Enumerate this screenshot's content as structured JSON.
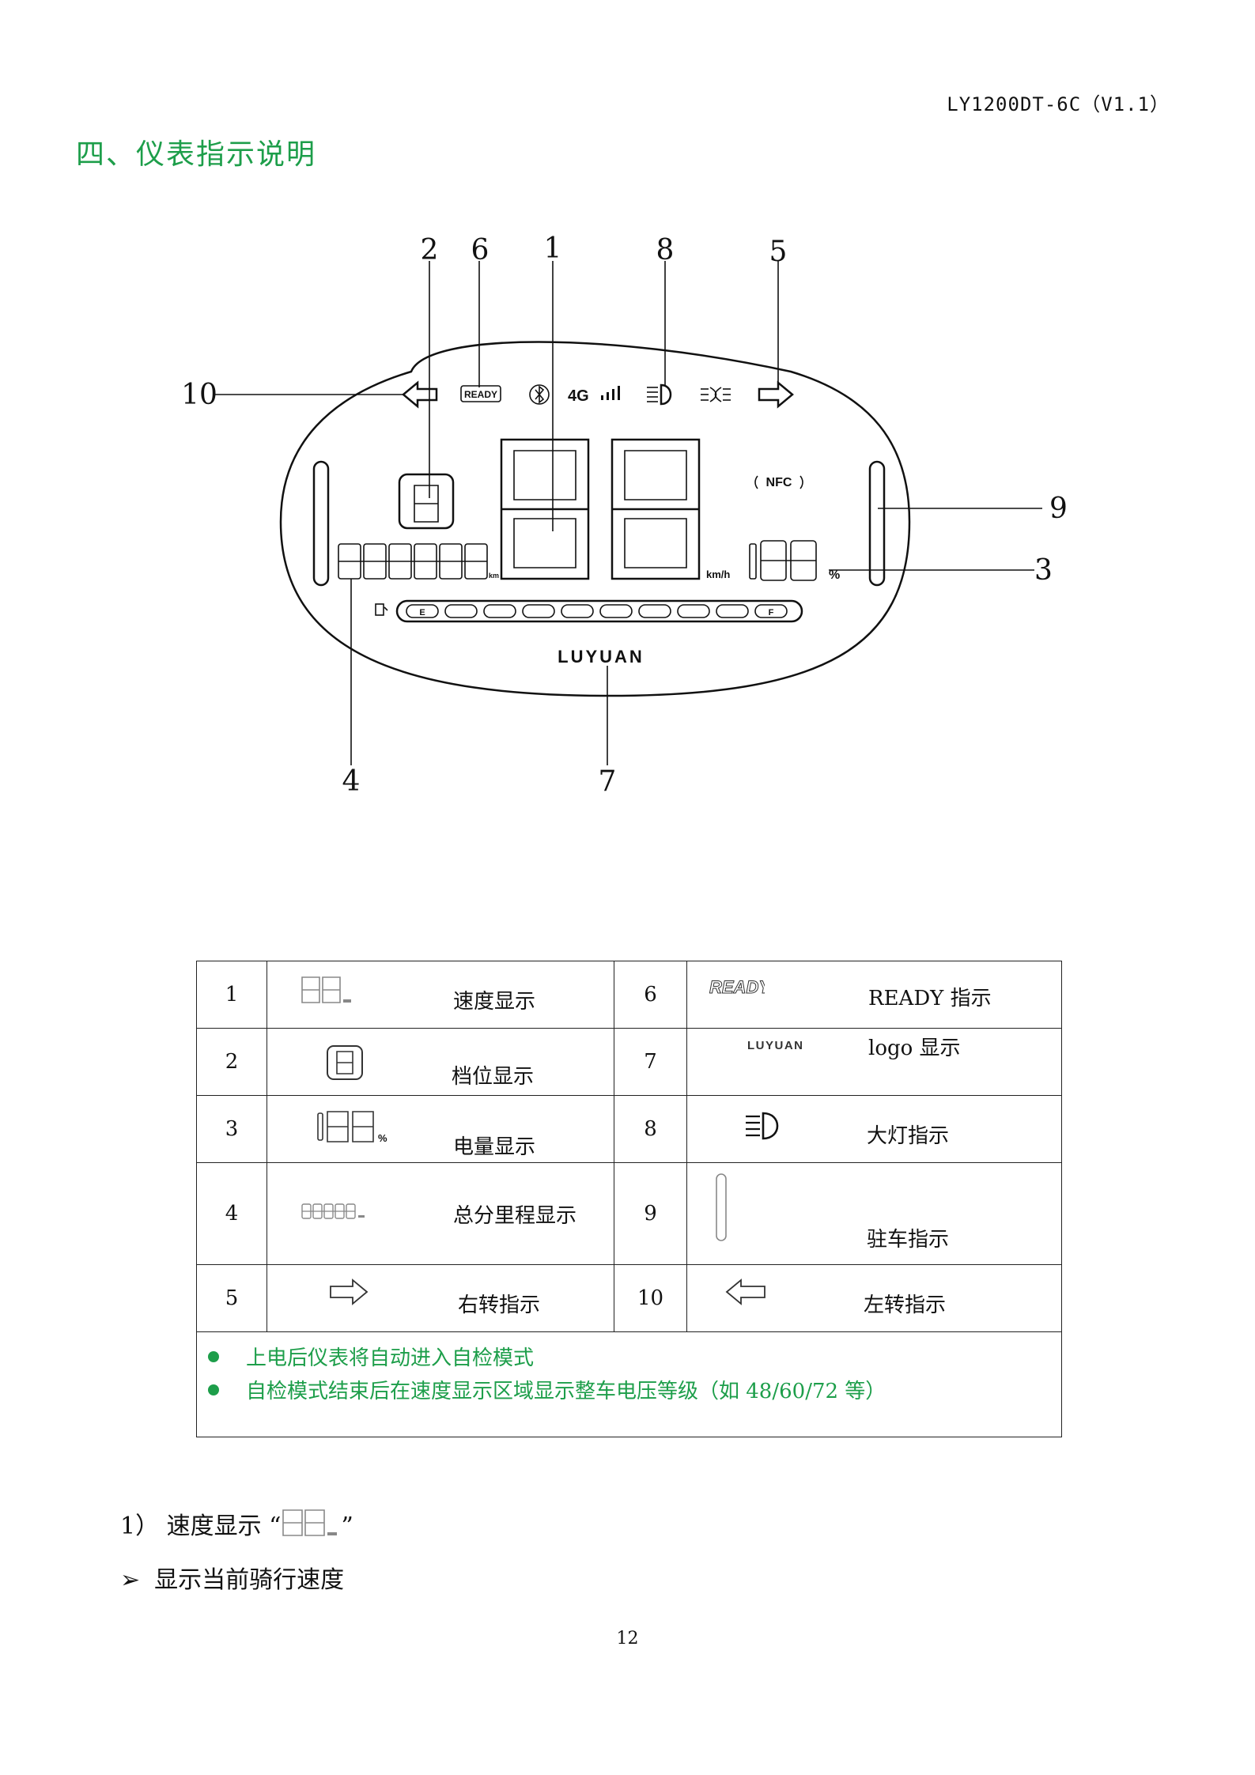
{
  "header": {
    "doc_code": "LY1200DT-6C（V1.1）"
  },
  "section": {
    "title": "四、仪表指示说明"
  },
  "figure": {
    "callouts": [
      "2",
      "6",
      "1",
      "8",
      "5",
      "10",
      "9",
      "3",
      "4",
      "7"
    ],
    "display": {
      "ready_text": "READY",
      "signal_text": "4G",
      "nfc_text": "NFC",
      "odo_unit": "km",
      "speed_unit": "km/h",
      "battery_unit": "%",
      "fuel_e": "E",
      "fuel_f": "F",
      "brand_logo": "LUYUAN"
    }
  },
  "legend": {
    "rows": [
      {
        "left_num": "1",
        "left_label": "速度显示",
        "right_num": "6",
        "right_label": "READY 指示"
      },
      {
        "left_num": "2",
        "left_label": "档位显示",
        "right_num": "7",
        "right_label": "logo 显示"
      },
      {
        "left_num": "3",
        "left_label": "电量显示",
        "right_num": "8",
        "right_label": "大灯指示"
      },
      {
        "left_num": "4",
        "left_label": "总分里程显示",
        "right_num": "9",
        "right_label": "驻车指示"
      },
      {
        "left_num": "5",
        "left_label": "右转指示",
        "right_num": "10",
        "right_label": "左转指示"
      }
    ],
    "icon_text": {
      "ready": "READY",
      "logo": "LUYUAN"
    },
    "notes": [
      "上电后仪表将自动进入自检模式",
      "自检模式结束后在速度显示区域显示整车电压等级（如 48/60/72 等）"
    ]
  },
  "body": {
    "item1_prefix": "1）  速度显示 “",
    "item1_suffix": "”",
    "bullet_mark": "➢",
    "item1_desc": "显示当前骑行速度"
  },
  "footer": {
    "page_number": "12"
  }
}
